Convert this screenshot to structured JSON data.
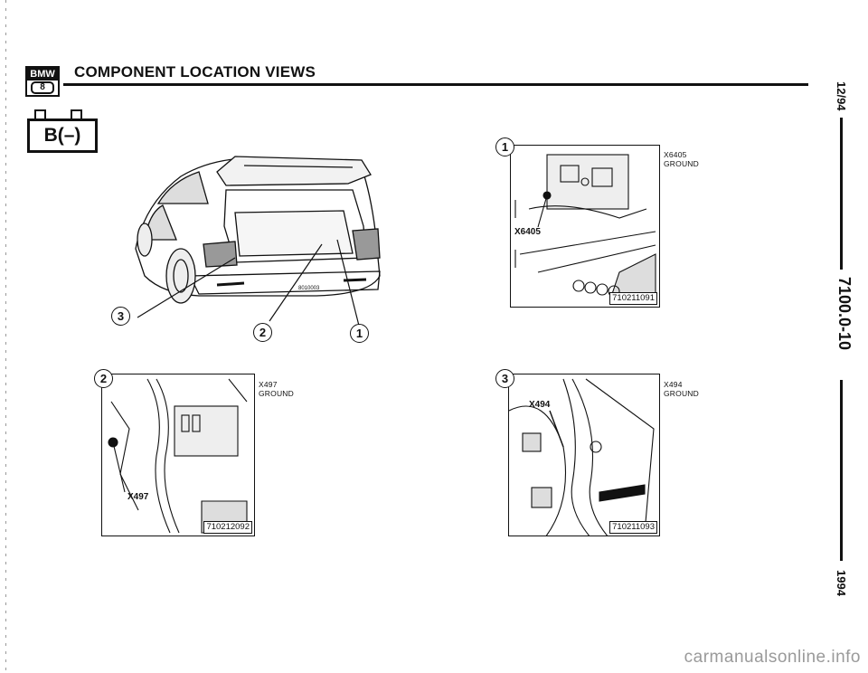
{
  "header": {
    "logo_label": "BMW",
    "logo_series": "8",
    "title": "COMPONENT LOCATION VIEWS"
  },
  "badge": {
    "label": "B(–)"
  },
  "side": {
    "date": "12/94",
    "page_number": "7100.0-10",
    "year": "1994"
  },
  "car_view": {
    "image_code": "8010003",
    "callouts": [
      "3",
      "2",
      "1"
    ]
  },
  "panels": [
    {
      "callout": "1",
      "connector": "X6405",
      "caption_id": "X6405",
      "caption_type": "GROUND",
      "code": "710211091"
    },
    {
      "callout": "2",
      "connector": "X497",
      "caption_id": "X497",
      "caption_type": "GROUND",
      "code": "710212092"
    },
    {
      "callout": "3",
      "connector": "X494",
      "caption_id": "X494",
      "caption_type": "GROUND",
      "code": "710211093"
    }
  ],
  "watermark": "carmanualsonline.info",
  "colors": {
    "ink": "#111111",
    "watermark": "#9a9a9a",
    "paper": "#ffffff"
  }
}
